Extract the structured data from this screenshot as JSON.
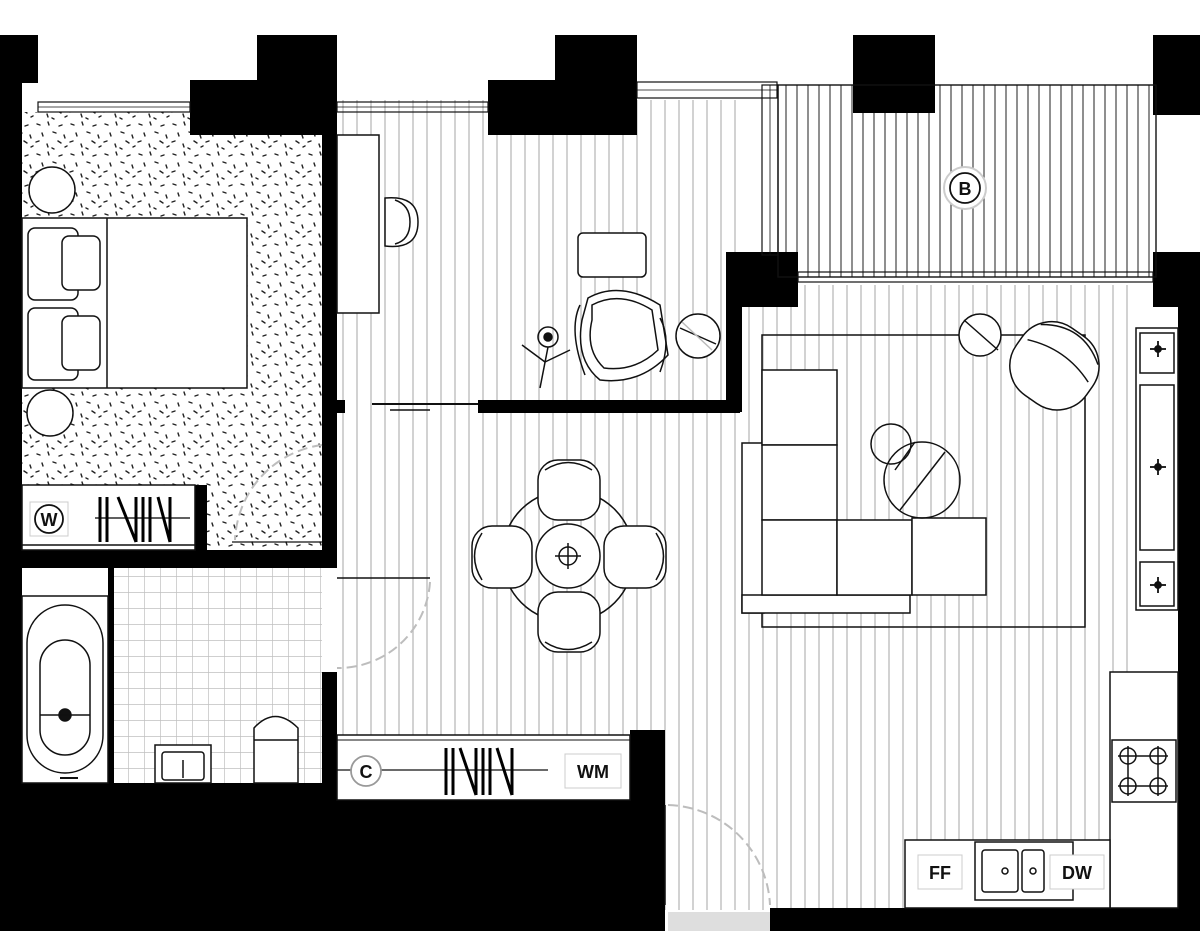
{
  "labels": {
    "balcony": "B",
    "wardrobe": "W",
    "cupboard": "C",
    "washing_machine": "WM",
    "fridge_freezer": "FF",
    "dishwasher": "DW"
  },
  "colors": {
    "wall": "#000000",
    "line": "#111111",
    "floor_hatch": "#b9b9b9",
    "door_arc": "#bdbdbd",
    "carpet_speck": "#222222",
    "tile_grid": "#bfbfbf"
  }
}
